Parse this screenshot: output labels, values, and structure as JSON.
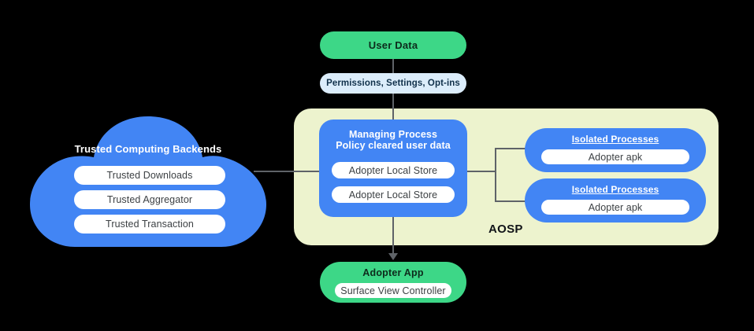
{
  "diagram": {
    "title": "AOSP Trusted Computing / Adopter architecture",
    "colors": {
      "blue": "#4285F4",
      "green": "#3DD787",
      "light_blue": "#DCEDFB",
      "aosp_background": "#EDF3CE",
      "connector": "#5f6368",
      "canvas": "#000000",
      "pill_fill": "#ffffff"
    }
  },
  "user_data": {
    "label": "User Data"
  },
  "permissions": {
    "label": "Permissions,  Settings, Opt-ins"
  },
  "aosp": {
    "label": "AOSP"
  },
  "managing_process": {
    "title_line_1": "Managing Process",
    "title_line_2": "Policy cleared user data",
    "stores": [
      {
        "label": "Adopter Local Store"
      },
      {
        "label": "Adopter Local Store"
      }
    ]
  },
  "isolated_processes": [
    {
      "title": "Isolated Processes",
      "item": "Adopter apk"
    },
    {
      "title": "Isolated Processes",
      "item": "Adopter apk"
    }
  ],
  "adopter_app": {
    "title": "Adopter App",
    "item": "Surface View Controller"
  },
  "cloud": {
    "title": "Trusted Computing Backends",
    "items": [
      {
        "label": "Trusted Downloads"
      },
      {
        "label": "Trusted Aggregator"
      },
      {
        "label": "Trusted Transaction"
      }
    ]
  }
}
